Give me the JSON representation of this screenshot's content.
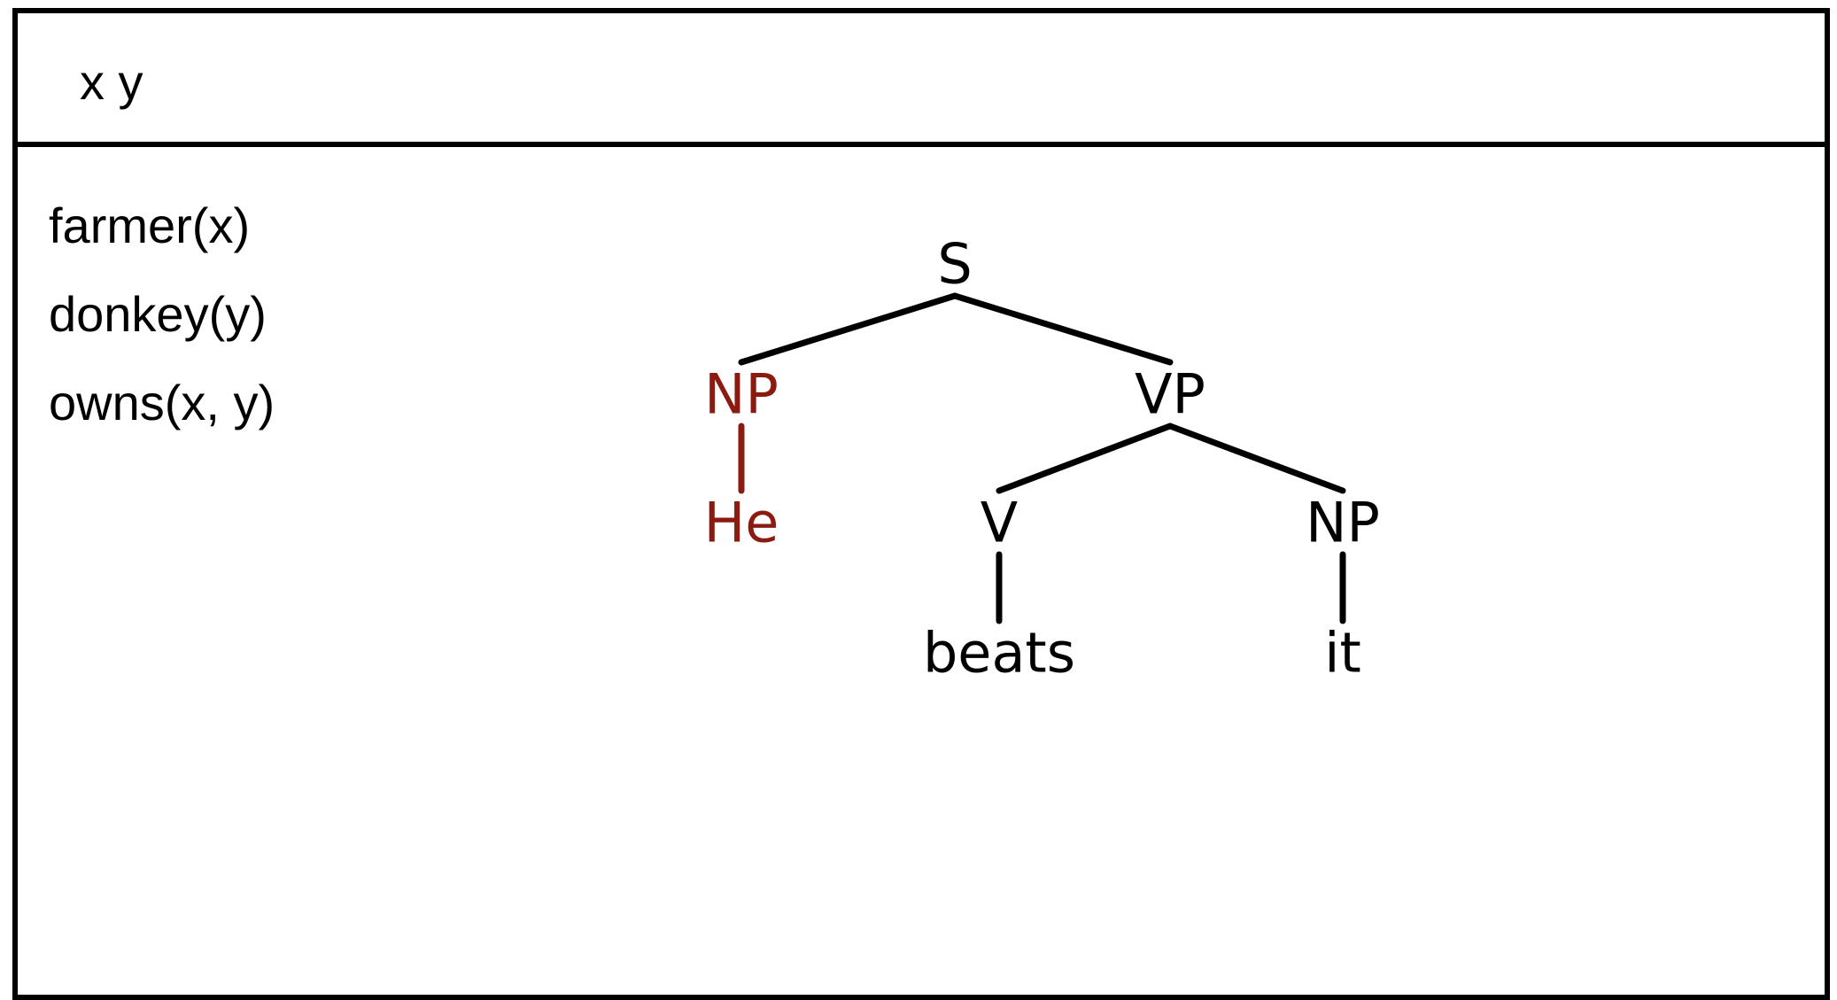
{
  "drs": {
    "universe": "x y",
    "conditions": [
      {
        "text": "farmer(x)"
      },
      {
        "text": "donkey(y)"
      },
      {
        "text": "owns(x, y)"
      }
    ]
  },
  "tree": {
    "colors": {
      "default": "#000000",
      "highlight": "#8b1a10"
    },
    "nodes": [
      {
        "id": "s",
        "label": "S",
        "highlight": false
      },
      {
        "id": "np-subj",
        "label": "NP",
        "highlight": true
      },
      {
        "id": "vp",
        "label": "VP",
        "highlight": false
      },
      {
        "id": "he",
        "label": "He",
        "highlight": true
      },
      {
        "id": "v",
        "label": "V",
        "highlight": false
      },
      {
        "id": "np-obj",
        "label": "NP",
        "highlight": false
      },
      {
        "id": "beats",
        "label": "beats",
        "highlight": false
      },
      {
        "id": "it",
        "label": "it",
        "highlight": false
      }
    ],
    "edges": [
      {
        "from": "s",
        "to": "np-subj"
      },
      {
        "from": "s",
        "to": "vp"
      },
      {
        "from": "np-subj",
        "to": "he"
      },
      {
        "from": "vp",
        "to": "v"
      },
      {
        "from": "vp",
        "to": "np-obj"
      },
      {
        "from": "v",
        "to": "beats"
      },
      {
        "from": "np-obj",
        "to": "it"
      }
    ]
  }
}
